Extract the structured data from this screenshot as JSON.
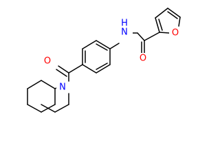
{
  "structure": {
    "atoms": {
      "amide_n": {
        "symbol": "N",
        "hydrogens": "H",
        "color": "#0000ff"
      },
      "furan_o": {
        "symbol": "O",
        "color": "#ff0000"
      },
      "amide_o": {
        "symbol": "O",
        "color": "#ff0000"
      },
      "ketone_o": {
        "symbol": "O",
        "color": "#ff0000"
      },
      "ring_n": {
        "symbol": "N",
        "color": "#0000ff"
      }
    },
    "bond_color": "#000000"
  }
}
